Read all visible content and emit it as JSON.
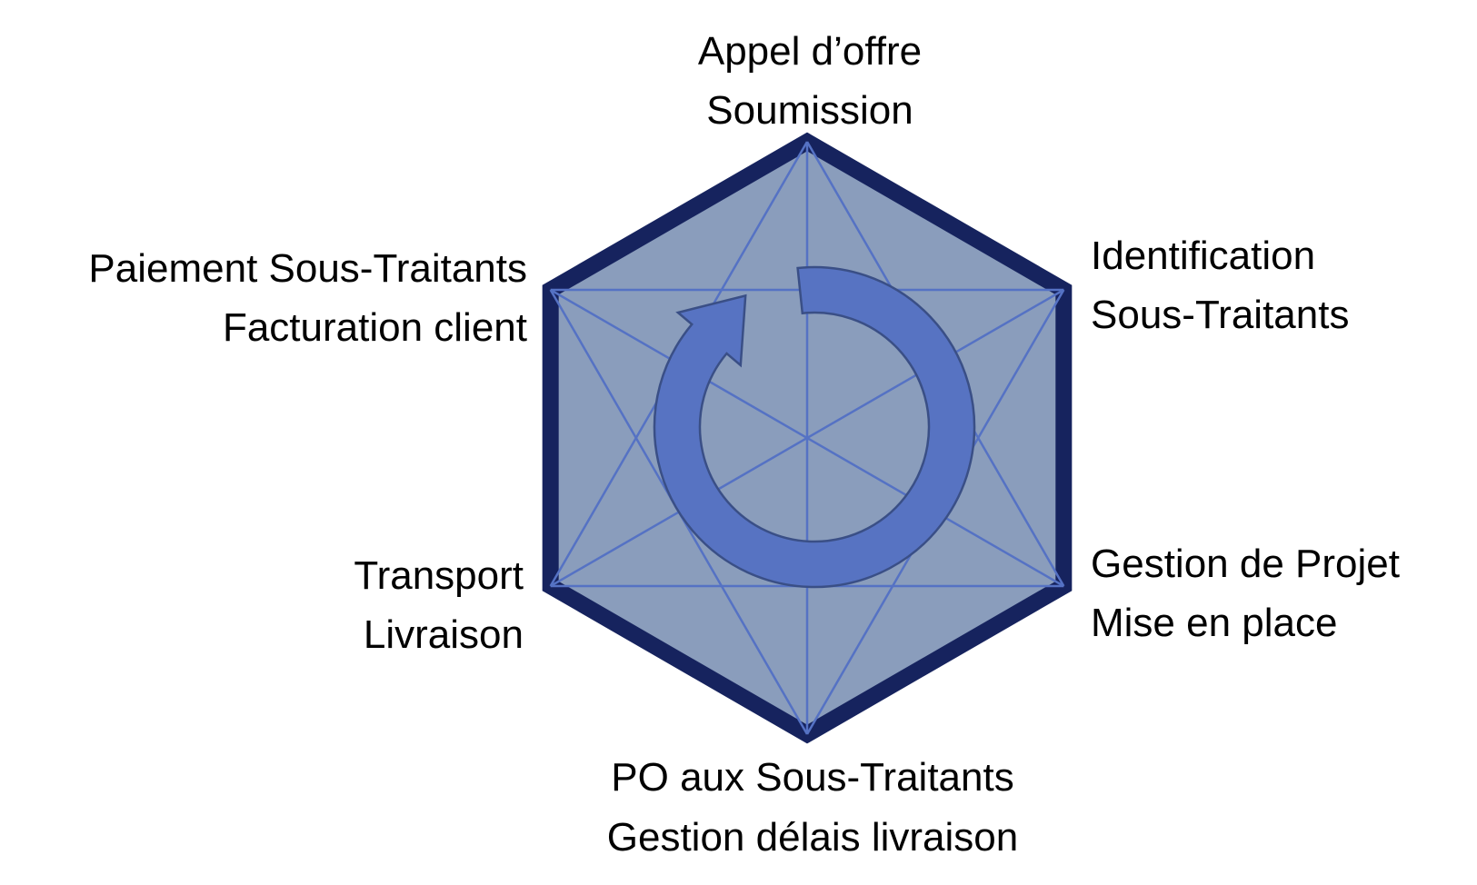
{
  "diagram": {
    "title": "Cycle de gestion des sous-traitants",
    "steps": [
      {
        "line1": "Appel d’offre",
        "line2": "Soumission"
      },
      {
        "line1": "Identification",
        "line2": "Sous-Traitants"
      },
      {
        "line1": "Gestion de Projet",
        "line2": "Mise en place"
      },
      {
        "line1": "PO aux Sous-Traitants",
        "line2": "Gestion délais livraison"
      },
      {
        "line1": "Transport",
        "line2": "Livraison"
      },
      {
        "line1": "Paiement Sous-Traitants",
        "line2": "Facturation client"
      }
    ],
    "colors": {
      "hexagon_fill": "#8a9dbc",
      "hexagon_border": "#16235e",
      "inner_lines": "#5572c4",
      "cycle_arrow_fill": "#5773c2",
      "cycle_arrow_stroke": "#3a4f86"
    }
  }
}
